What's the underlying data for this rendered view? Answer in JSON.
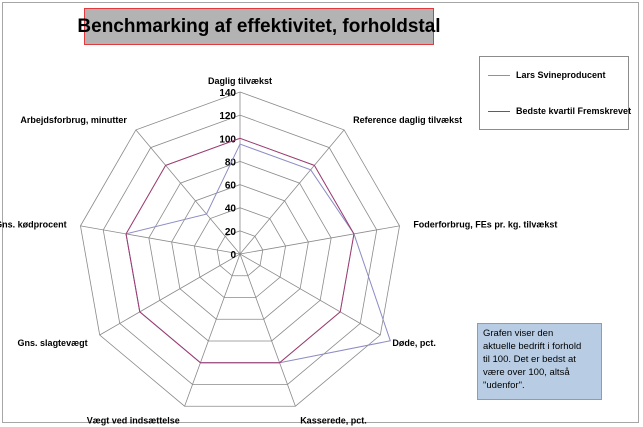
{
  "chart_data": {
    "type": "radar",
    "title": "Benchmarking af effektivitet, forholdstal",
    "axes": [
      "Daglig tilvækst",
      "Reference daglig tilvækst",
      "Foderforbrug, FEs pr. kg. tilvækst",
      "Døde, pct.",
      "Kasserede, pct.",
      "Vægt ved indsættelse",
      "Gns. slagtevægt",
      "Gns. kødprocent",
      "Arbejdsforbrug, minutter"
    ],
    "rlim": [
      0,
      140
    ],
    "ticks": [
      "0",
      "20",
      "40",
      "60",
      "80",
      "100",
      "120",
      "140"
    ],
    "grid": true,
    "legend_position": "right",
    "series": [
      {
        "name": "Lars Svineproducent",
        "color": "#8c8cc4",
        "values": [
          95,
          95,
          100,
          150,
          100,
          100,
          100,
          100,
          45
        ]
      },
      {
        "name": "Bedste kvartil Fremskrevet",
        "color": "#9e3b72",
        "values": [
          100,
          100,
          100,
          100,
          100,
          100,
          100,
          100,
          100
        ]
      }
    ]
  },
  "note": {
    "text": "Grafen viser den\naktuelle bedrift i forhold\ntil 100. Det er bedst at\nvære over 100, altså\n\"udenfor\"."
  }
}
